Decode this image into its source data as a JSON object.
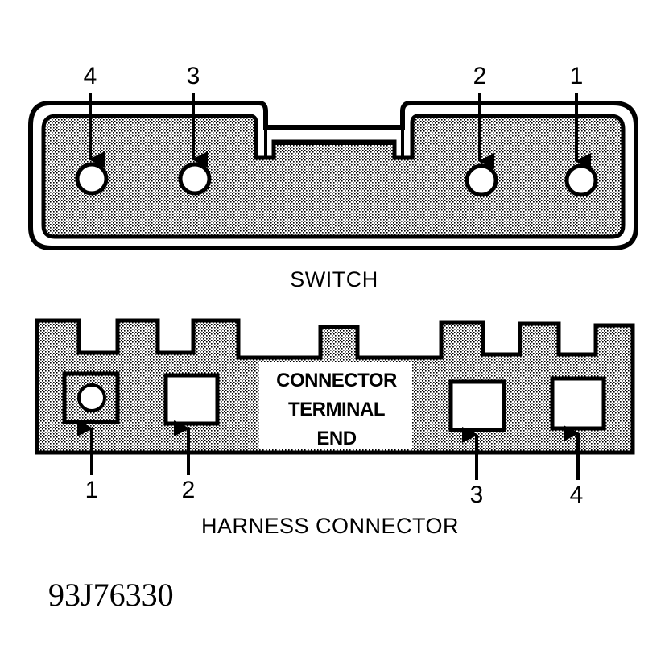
{
  "switch": {
    "caption": "SWITCH",
    "terminals": [
      "4",
      "3",
      "2",
      "1"
    ]
  },
  "harness": {
    "caption": "HARNESS CONNECTOR",
    "terminals": [
      "1",
      "2",
      "3",
      "4"
    ],
    "terminal_end_lines": [
      "CONNECTOR",
      "TERMINAL",
      "END"
    ]
  },
  "figure_id": "93J76330",
  "colors": {
    "ink": "#000000",
    "paper": "#ffffff"
  }
}
